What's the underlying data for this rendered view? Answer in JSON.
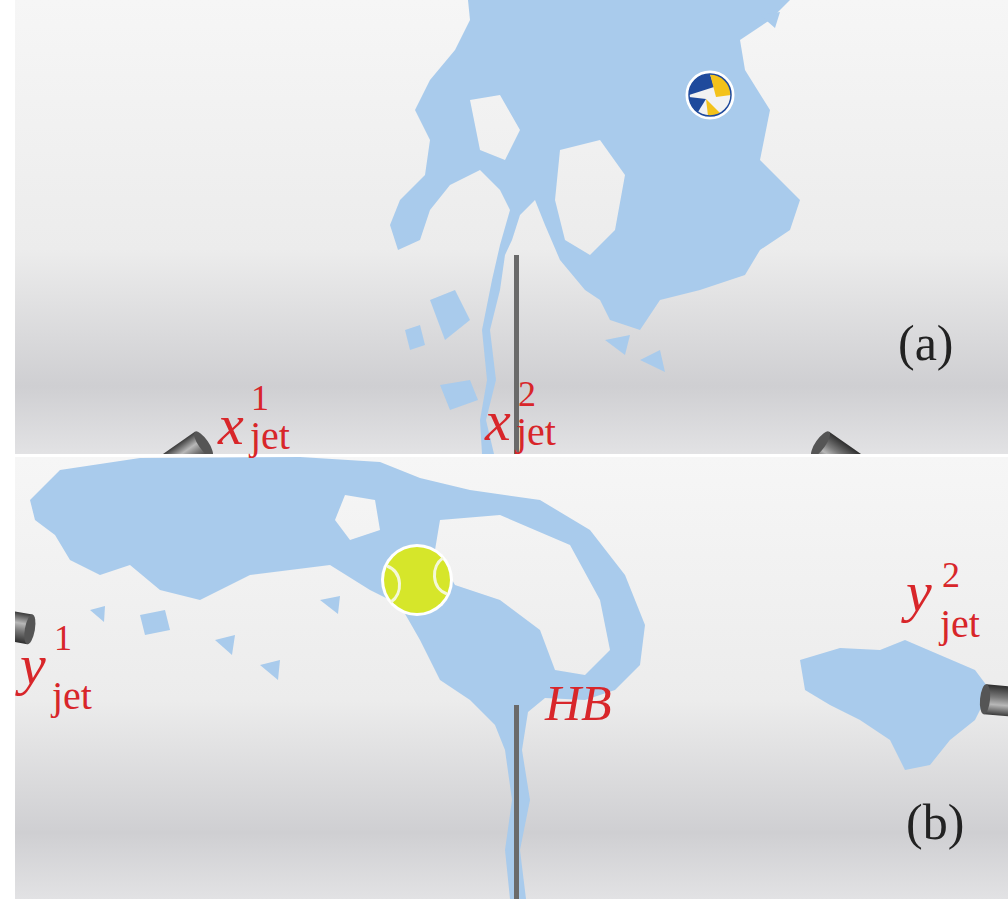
{
  "diagram": {
    "labels": [
      "x",
      "1",
      "jet",
      "x",
      "2",
      "jet",
      "(a)",
      "y",
      "1",
      "jet",
      "y",
      "2",
      "jet",
      "HB",
      "(b)"
    ]
  }
}
